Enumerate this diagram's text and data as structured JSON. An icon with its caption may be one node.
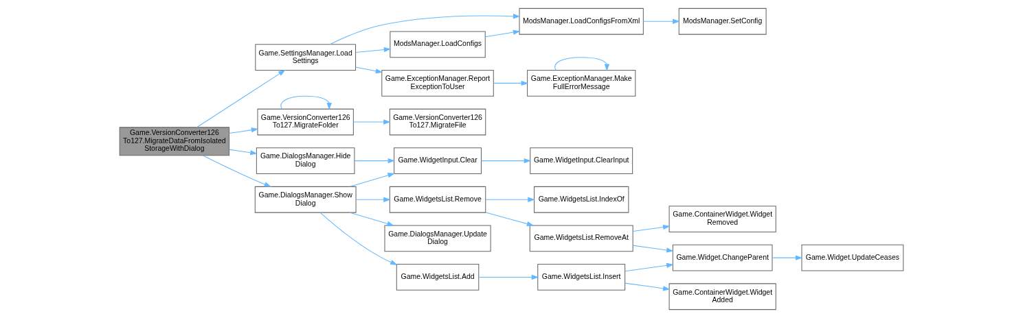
{
  "diagram": {
    "nodes": [
      {
        "text": [
          "Game.VersionConverter126 To127.MigrateDataFromIsolated StorageWithDialog"
        ]
      },
      {
        "text": [
          "Game.SettingsManager.Load Settings"
        ]
      },
      {
        "text": [
          "Game.VersionConverter126 To127.MigrateFolder"
        ]
      },
      {
        "text": [
          "Game.DialogsManager.Hide Dialog"
        ]
      },
      {
        "text": [
          "Game.DialogsManager.Show Dialog"
        ]
      },
      {
        "text": [
          "ModsManager.LoadConfigsFromXml"
        ]
      },
      {
        "text": [
          "ModsManager.LoadConfigs"
        ]
      },
      {
        "text": [
          "Game.ExceptionManager.Report ExceptionToUser"
        ]
      },
      {
        "text": [
          "ModsManager.SetConfig"
        ]
      },
      {
        "text": [
          "Game.ExceptionManager.Make FullErrorMessage"
        ]
      },
      {
        "text": [
          "Game.VersionConverter126 To127.MigrateFile"
        ]
      },
      {
        "text": [
          "Game.WidgetInput.Clear"
        ]
      },
      {
        "text": [
          "Game.WidgetInput.ClearInput"
        ]
      },
      {
        "text": [
          "Game.WidgetsList.Remove"
        ]
      },
      {
        "text": [
          "Game.WidgetsList.IndexOf"
        ]
      },
      {
        "text": [
          "Game.WidgetsList.RemoveAt"
        ]
      },
      {
        "text": [
          "Game.DialogsManager.Update Dialog"
        ]
      },
      {
        "text": [
          "Game.WidgetsList.Add"
        ]
      },
      {
        "text": [
          "Game.WidgetsList.Insert"
        ]
      },
      {
        "text": [
          "Game.ContainerWidget.Widget Removed"
        ]
      },
      {
        "text": [
          "Game.Widget.ChangeParent"
        ]
      },
      {
        "text": [
          "Game.Widget.UpdateCeases"
        ]
      },
      {
        "text": [
          "Game.ContainerWidget.Widget Added"
        ]
      }
    ],
    "edges": [
      {
        "from": 0,
        "to": 1,
        "arrow": "to"
      },
      {
        "from": 0,
        "to": 2,
        "arrow": "to"
      },
      {
        "from": 0,
        "to": 3,
        "arrow": "to"
      },
      {
        "from": 0,
        "to": 4,
        "arrow": "to"
      },
      {
        "from": 1,
        "to": 5,
        "arrow": "to"
      },
      {
        "from": 1,
        "to": 6,
        "arrow": "to"
      },
      {
        "from": 1,
        "to": 7,
        "arrow": "to"
      },
      {
        "from": 6,
        "to": 5,
        "arrow": "to"
      },
      {
        "from": 5,
        "to": 8,
        "arrow": "to"
      },
      {
        "from": 7,
        "to": 9,
        "arrow": "to"
      },
      {
        "from": 9,
        "to": 9,
        "arrow": "to"
      },
      {
        "from": 2,
        "to": 2,
        "arrow": "to"
      },
      {
        "from": 2,
        "to": 10,
        "arrow": "to"
      },
      {
        "from": 3,
        "to": 11,
        "arrow": "to"
      },
      {
        "from": 4,
        "to": 11,
        "arrow": "to"
      },
      {
        "from": 4,
        "to": 13,
        "arrow": "to"
      },
      {
        "from": 4,
        "to": 16,
        "arrow": "to"
      },
      {
        "from": 4,
        "to": 17,
        "arrow": "to"
      },
      {
        "from": 11,
        "to": 12,
        "arrow": "to"
      },
      {
        "from": 13,
        "to": 14,
        "arrow": "to"
      },
      {
        "from": 13,
        "to": 15,
        "arrow": "to"
      },
      {
        "from": 15,
        "to": 19,
        "arrow": "to"
      },
      {
        "from": 15,
        "to": 20,
        "arrow": "to"
      },
      {
        "from": 17,
        "to": 18,
        "arrow": "to"
      },
      {
        "from": 18,
        "to": 20,
        "arrow": "to"
      },
      {
        "from": 18,
        "to": 22,
        "arrow": "to"
      },
      {
        "from": 20,
        "to": 21,
        "arrow": "to"
      }
    ]
  }
}
